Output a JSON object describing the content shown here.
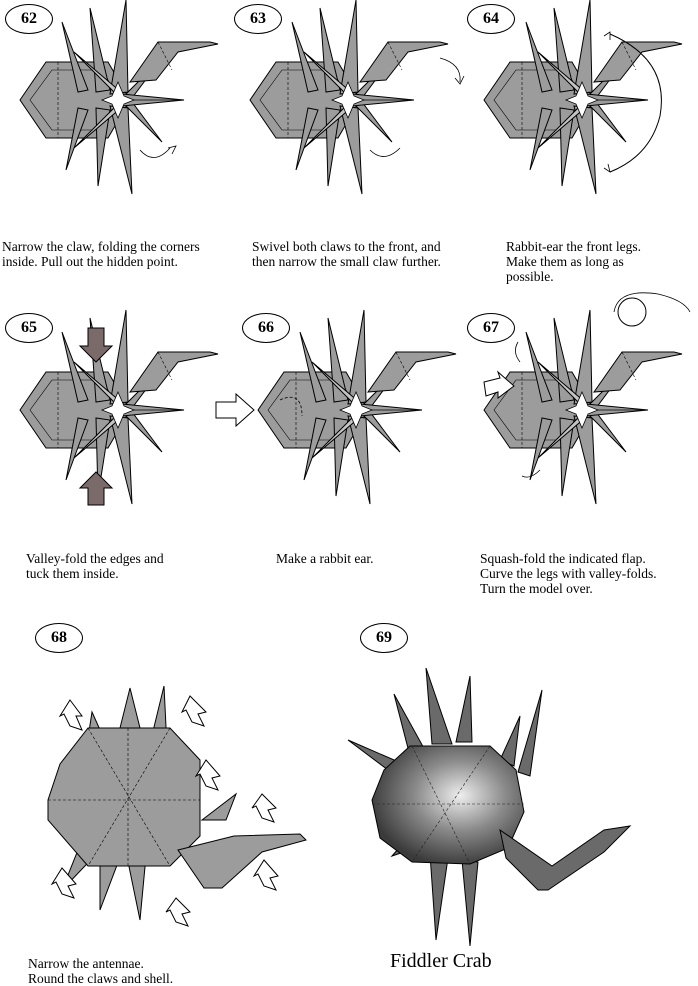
{
  "steps": [
    {
      "number": "62",
      "caption": "Narrow the claw, folding the corners\ninside. Pull out the hidden point."
    },
    {
      "number": "63",
      "caption": "Swivel both claws to the front, and\nthen narrow the small claw further."
    },
    {
      "number": "64",
      "caption": "Rabbit-ear the front legs.\nMake them as long as\npossible."
    },
    {
      "number": "65",
      "caption": "Valley-fold the edges and\ntuck them inside."
    },
    {
      "number": "66",
      "caption": "Make a rabbit ear."
    },
    {
      "number": "67",
      "caption": "Squash-fold the indicated flap.\nCurve the legs with valley-folds.\nTurn the model over."
    },
    {
      "number": "68",
      "caption": "Narrow the antennae.\nRound the claws and shell."
    },
    {
      "number": "69",
      "caption": ""
    }
  ],
  "final_title": "Fiddler Crab",
  "colors": {
    "paper": "#9c9c9c",
    "paper_light": "#c4c4c4",
    "line": "#000000"
  }
}
